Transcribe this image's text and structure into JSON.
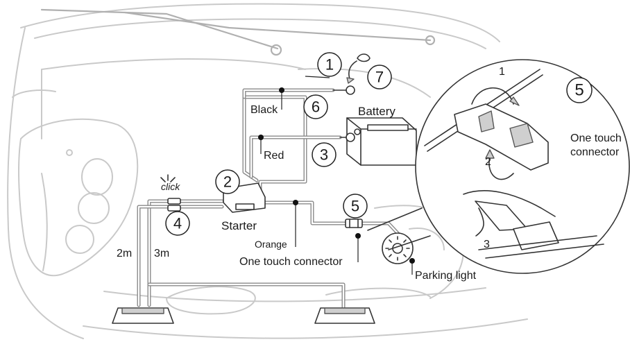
{
  "labels": {
    "black": "Black",
    "battery": "Battery",
    "red": "Red",
    "starter": "Starter",
    "orange": "Orange",
    "one_touch_connector": "One touch connector",
    "parking_light": "Parking light",
    "cable_2m": "2m",
    "cable_3m": "3m",
    "click": "click",
    "inset_one_touch_line1": "One touch",
    "inset_one_touch_line2": "connector"
  },
  "steps": {
    "s1": "1",
    "s2": "2",
    "s3": "3",
    "s4": "4",
    "s5": "5",
    "s6": "6",
    "s7": "7",
    "inset_step": "5",
    "inset_sub1": "1",
    "inset_sub2": "2",
    "inset_sub3": "3"
  }
}
